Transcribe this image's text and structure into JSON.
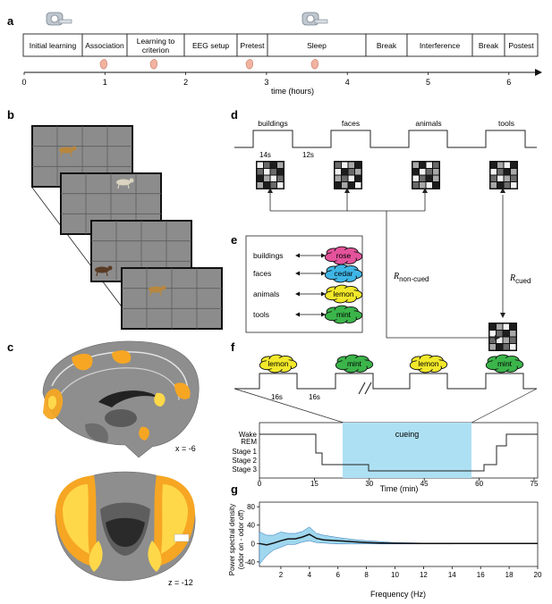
{
  "panel_labels": {
    "a": "a",
    "b": "b",
    "c": "c",
    "d": "d",
    "e": "e",
    "f": "f",
    "g": "g"
  },
  "timeline": {
    "segments": [
      "Initial learning",
      "Association",
      "Learning to criterion",
      "EEG setup",
      "Pretest",
      "Sleep",
      "Break",
      "Interference",
      "Break",
      "Postest"
    ],
    "ticks": [
      "0",
      "1",
      "2",
      "3",
      "4",
      "5",
      "6"
    ],
    "axis_label": "time (hours)"
  },
  "brain": {
    "sagittal_label": "x = -6",
    "axial_label": "z = -12"
  },
  "categories": {
    "items": [
      "buildings",
      "faces",
      "animals",
      "tools"
    ],
    "durations": [
      "14s",
      "12s"
    ],
    "r_noncued": "R",
    "r_noncued_sub": "non-cued",
    "r_cued": "R",
    "r_cued_sub": "cued"
  },
  "odors": {
    "pairs": [
      {
        "category": "buildings",
        "odor": "rose",
        "color": "#e4539b"
      },
      {
        "category": "faces",
        "odor": "cedar",
        "color": "#3fb6e6"
      },
      {
        "category": "animals",
        "odor": "lemon",
        "color": "#f2e82a"
      },
      {
        "category": "tools",
        "odor": "mint",
        "color": "#3bb54a"
      }
    ]
  },
  "cue_sequence": {
    "clouds": [
      "lemon",
      "mint",
      "lemon",
      "mint"
    ],
    "durations": [
      "16s",
      "16s"
    ]
  },
  "hypnogram": {
    "stages": [
      "Wake",
      "REM",
      "Stage 1",
      "Stage 2",
      "Stage 3"
    ],
    "cueing_label": "cueing",
    "xticks": [
      "0",
      "15",
      "30",
      "45",
      "60",
      "75"
    ],
    "xlabel": "Time (min)"
  },
  "chart_data": {
    "type": "line",
    "title": "",
    "xlabel": "Frequency (Hz)",
    "ylabel": "Power spectral density (odor on - odor off)",
    "ylabel_line1": "Power spectral density",
    "ylabel_line2": "(odor on - odor off)",
    "xlim": [
      0.5,
      20
    ],
    "ylim": [
      -50,
      90
    ],
    "xticks": [
      2,
      4,
      6,
      8,
      10,
      12,
      14,
      16,
      18,
      20
    ],
    "yticks": [
      -40,
      0,
      40,
      80
    ],
    "series": [
      {
        "x": [
          0.5,
          1,
          1.5,
          2,
          2.5,
          3,
          3.5,
          4,
          4.5,
          5,
          6,
          7,
          8,
          9,
          10,
          12,
          14,
          16,
          18,
          20
        ],
        "y": [
          0,
          -3,
          1,
          6,
          10,
          10,
          14,
          20,
          11,
          8,
          6,
          4,
          2,
          1,
          0.5,
          0,
          0,
          0,
          0,
          0
        ],
        "upper": [
          25,
          18,
          18,
          25,
          22,
          22,
          26,
          36,
          22,
          18,
          13,
          9,
          6,
          4,
          2,
          1,
          1,
          0.5,
          0.5,
          0.5
        ],
        "lower": [
          -45,
          -26,
          -14,
          -8,
          -2,
          -2,
          3,
          6,
          2,
          1,
          -1,
          -1,
          -1,
          -1,
          -1,
          -1,
          -1,
          -0.5,
          -0.5,
          -0.5
        ]
      }
    ],
    "line_color": "#111111",
    "band_color": "#9fd7ee",
    "grid": false
  }
}
